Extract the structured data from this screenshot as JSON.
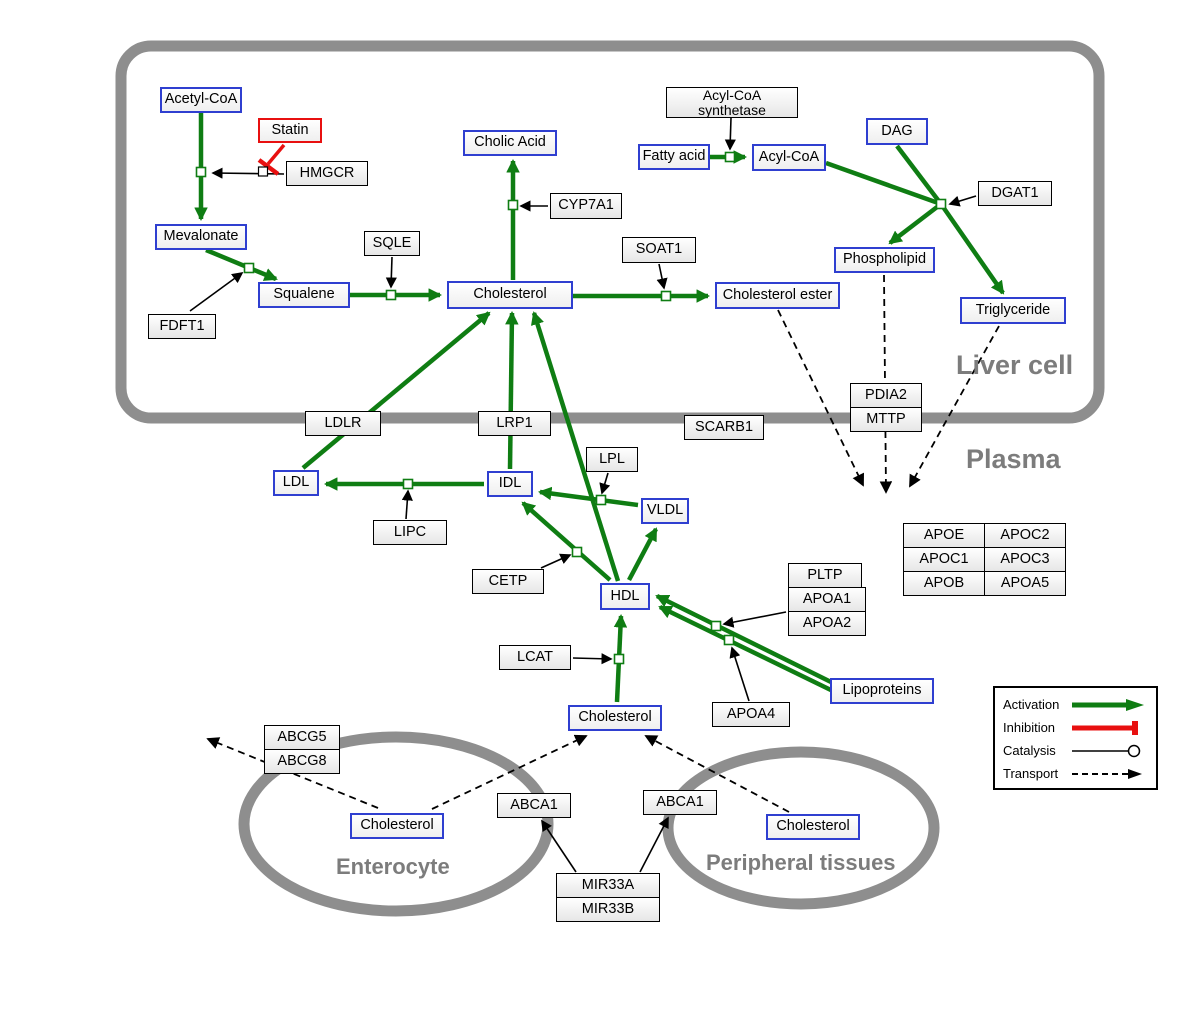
{
  "compartments": {
    "liver": {
      "label": "Liver cell"
    },
    "plasma": {
      "label": "Plasma"
    },
    "enterocyte": {
      "label": "Enterocyte"
    },
    "peripheral": {
      "label": "Peripheral tissues"
    }
  },
  "nodes": {
    "acetyl_coa": {
      "label": "Acetyl-CoA",
      "type": "metabolite"
    },
    "statin": {
      "label": "Statin",
      "type": "drug"
    },
    "hmgcr": {
      "label": "HMGCR",
      "type": "enzyme"
    },
    "mevalonate": {
      "label": "Mevalonate",
      "type": "metabolite"
    },
    "fdft1": {
      "label": "FDFT1",
      "type": "enzyme"
    },
    "squalene": {
      "label": "Squalene",
      "type": "metabolite"
    },
    "sqle": {
      "label": "SQLE",
      "type": "enzyme"
    },
    "cholesterol_liver": {
      "label": "Cholesterol",
      "type": "metabolite"
    },
    "cholic_acid": {
      "label": "Cholic Acid",
      "type": "metabolite"
    },
    "cyp7a1": {
      "label": "CYP7A1",
      "type": "enzyme"
    },
    "soat1": {
      "label": "SOAT1",
      "type": "enzyme"
    },
    "cholesterol_ester": {
      "label": "Cholesterol ester",
      "type": "metabolite"
    },
    "acyl_coa_synthetase": {
      "line1": "Acyl-CoA",
      "line2": "synthetase",
      "type": "enzyme"
    },
    "fatty_acid": {
      "label": "Fatty acid",
      "type": "metabolite"
    },
    "acyl_coa": {
      "label": "Acyl-CoA",
      "type": "metabolite"
    },
    "dag": {
      "label": "DAG",
      "type": "metabolite"
    },
    "dgat1": {
      "label": "DGAT1",
      "type": "enzyme"
    },
    "phospholipid": {
      "label": "Phospholipid",
      "type": "metabolite"
    },
    "triglyceride": {
      "label": "Triglyceride",
      "type": "metabolite"
    },
    "pdia2": {
      "label": "PDIA2",
      "type": "enzyme"
    },
    "mttp": {
      "label": "MTTP",
      "type": "enzyme"
    },
    "ldlr": {
      "label": "LDLR",
      "type": "enzyme"
    },
    "lrp1": {
      "label": "LRP1",
      "type": "enzyme"
    },
    "scarb1": {
      "label": "SCARB1",
      "type": "enzyme"
    },
    "ldl": {
      "label": "LDL",
      "type": "metabolite"
    },
    "idl": {
      "label": "IDL",
      "type": "metabolite"
    },
    "lipc": {
      "label": "LIPC",
      "type": "enzyme"
    },
    "lpl": {
      "label": "LPL",
      "type": "enzyme"
    },
    "vldl": {
      "label": "VLDL",
      "type": "metabolite"
    },
    "cetp": {
      "label": "CETP",
      "type": "enzyme"
    },
    "hdl": {
      "label": "HDL",
      "type": "metabolite"
    },
    "pltp": {
      "label": "PLTP",
      "type": "enzyme"
    },
    "apoa1": {
      "label": "APOA1",
      "type": "enzyme"
    },
    "apoa2": {
      "label": "APOA2",
      "type": "enzyme"
    },
    "apoe": {
      "label": "APOE",
      "type": "enzyme"
    },
    "apoc2": {
      "label": "APOC2",
      "type": "enzyme"
    },
    "apoc1": {
      "label": "APOC1",
      "type": "enzyme"
    },
    "apoc3": {
      "label": "APOC3",
      "type": "enzyme"
    },
    "apob": {
      "label": "APOB",
      "type": "enzyme"
    },
    "apoa5": {
      "label": "APOA5",
      "type": "enzyme"
    },
    "lcat": {
      "label": "LCAT",
      "type": "enzyme"
    },
    "cholesterol_plasma": {
      "label": "Cholesterol",
      "type": "metabolite"
    },
    "apoa4": {
      "label": "APOA4",
      "type": "enzyme"
    },
    "lipoproteins": {
      "label": "Lipoproteins",
      "type": "metabolite"
    },
    "abcg5": {
      "label": "ABCG5",
      "type": "enzyme"
    },
    "abcg8": {
      "label": "ABCG8",
      "type": "enzyme"
    },
    "cholesterol_enterocyte": {
      "label": "Cholesterol",
      "type": "metabolite"
    },
    "abca1_enterocyte": {
      "label": "ABCA1",
      "type": "enzyme"
    },
    "abca1_peripheral": {
      "label": "ABCA1",
      "type": "enzyme"
    },
    "cholesterol_peripheral": {
      "label": "Cholesterol",
      "type": "metabolite"
    },
    "mir33a": {
      "label": "MIR33A",
      "type": "enzyme"
    },
    "mir33b": {
      "label": "MIR33B",
      "type": "enzyme"
    }
  },
  "legend": {
    "activation": "Activation",
    "inhibition": "Inhibition",
    "catalysis": "Catalysis",
    "transport": "Transport"
  },
  "colors": {
    "activation_green": "#0f7d13",
    "inhibition_red": "#e81010",
    "metabolite_border_blue": "#2f3fd0",
    "membrane_gray": "#8e8e8e",
    "compartment_label_gray": "#7c7c7c"
  },
  "edges": [
    {
      "type": "conversion",
      "from": "acetyl_coa",
      "to": "mevalonate",
      "catalyst": "hmgcr"
    },
    {
      "type": "inhibition",
      "from": "statin",
      "to": "hmgcr"
    },
    {
      "type": "conversion",
      "from": "mevalonate",
      "to": "squalene",
      "catalyst": "fdft1"
    },
    {
      "type": "conversion",
      "from": "squalene",
      "to": "cholesterol_liver",
      "catalyst": "sqle"
    },
    {
      "type": "conversion",
      "from": "cholesterol_liver",
      "to": "cholic_acid",
      "catalyst": "cyp7a1"
    },
    {
      "type": "conversion",
      "from": "cholesterol_liver",
      "to": "cholesterol_ester",
      "catalyst": "soat1"
    },
    {
      "type": "conversion",
      "from": "fatty_acid",
      "to": "acyl_coa",
      "catalyst": "acyl_coa_synthetase"
    },
    {
      "type": "conversion",
      "from": "acyl_coa",
      "to": "triglyceride",
      "catalyst": "dgat1"
    },
    {
      "type": "conversion",
      "from": "dag",
      "to": "triglyceride",
      "catalyst": "dgat1"
    },
    {
      "type": "conversion",
      "from": "dag",
      "to": "phospholipid",
      "catalyst": "dgat1"
    },
    {
      "type": "transport",
      "from": "cholesterol_ester",
      "to": "plasma"
    },
    {
      "type": "transport",
      "from": "phospholipid",
      "to": "plasma"
    },
    {
      "type": "transport",
      "from": "triglyceride",
      "to": "plasma"
    },
    {
      "type": "activation",
      "from": "ldl",
      "to": "cholesterol_liver",
      "via": "ldlr"
    },
    {
      "type": "activation",
      "from": "idl",
      "to": "cholesterol_liver",
      "via": "lrp1"
    },
    {
      "type": "activation",
      "from": "idl",
      "to": "ldl",
      "catalyst": "lipc"
    },
    {
      "type": "activation",
      "from": "vldl",
      "to": "idl",
      "catalyst": "lpl"
    },
    {
      "type": "activation",
      "from": "hdl",
      "to": "idl",
      "catalyst": "cetp"
    },
    {
      "type": "activation",
      "from": "hdl",
      "to": "vldl"
    },
    {
      "type": "activation",
      "from": "hdl",
      "to": "cholesterol_liver"
    },
    {
      "type": "activation",
      "from": "lipoproteins",
      "to": "hdl",
      "catalyst": "pltp_apoa1_apoa2"
    },
    {
      "type": "activation",
      "from": "lipoproteins",
      "to": "hdl",
      "catalyst": "apoa4"
    },
    {
      "type": "activation",
      "from": "cholesterol_plasma",
      "to": "hdl",
      "catalyst": "lcat"
    },
    {
      "type": "transport",
      "from": "cholesterol_enterocyte",
      "to": "lumen",
      "via": "abcg5_abcg8"
    },
    {
      "type": "transport",
      "from": "cholesterol_enterocyte",
      "to": "cholesterol_plasma",
      "via": "abca1_enterocyte"
    },
    {
      "type": "transport",
      "from": "cholesterol_peripheral",
      "to": "cholesterol_plasma",
      "via": "abca1_peripheral"
    },
    {
      "type": "activation",
      "from": "mir33a_mir33b",
      "to": "abca1_enterocyte"
    },
    {
      "type": "activation",
      "from": "mir33a_mir33b",
      "to": "abca1_peripheral"
    }
  ]
}
